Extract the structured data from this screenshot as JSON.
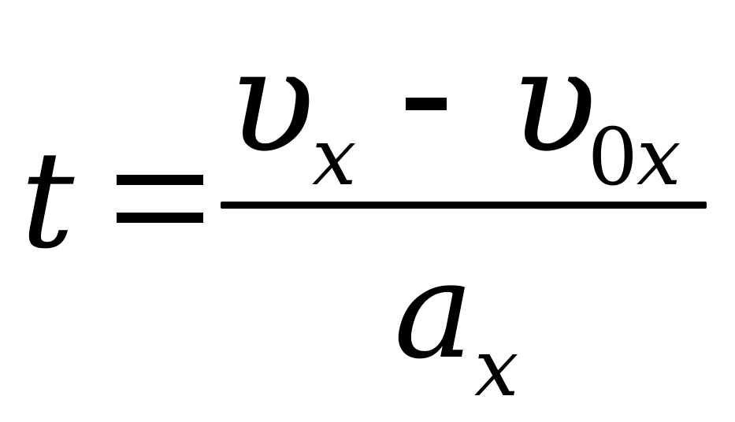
{
  "formula": {
    "lhs": "t",
    "equals": "=",
    "numerator": {
      "term1": {
        "symbol": "υ",
        "subscript": "x"
      },
      "operator": "-",
      "term2": {
        "symbol": "υ",
        "subscript_digit": "0",
        "subscript_letter": "x"
      }
    },
    "denominator": {
      "symbol": "a",
      "subscript": "x"
    }
  }
}
